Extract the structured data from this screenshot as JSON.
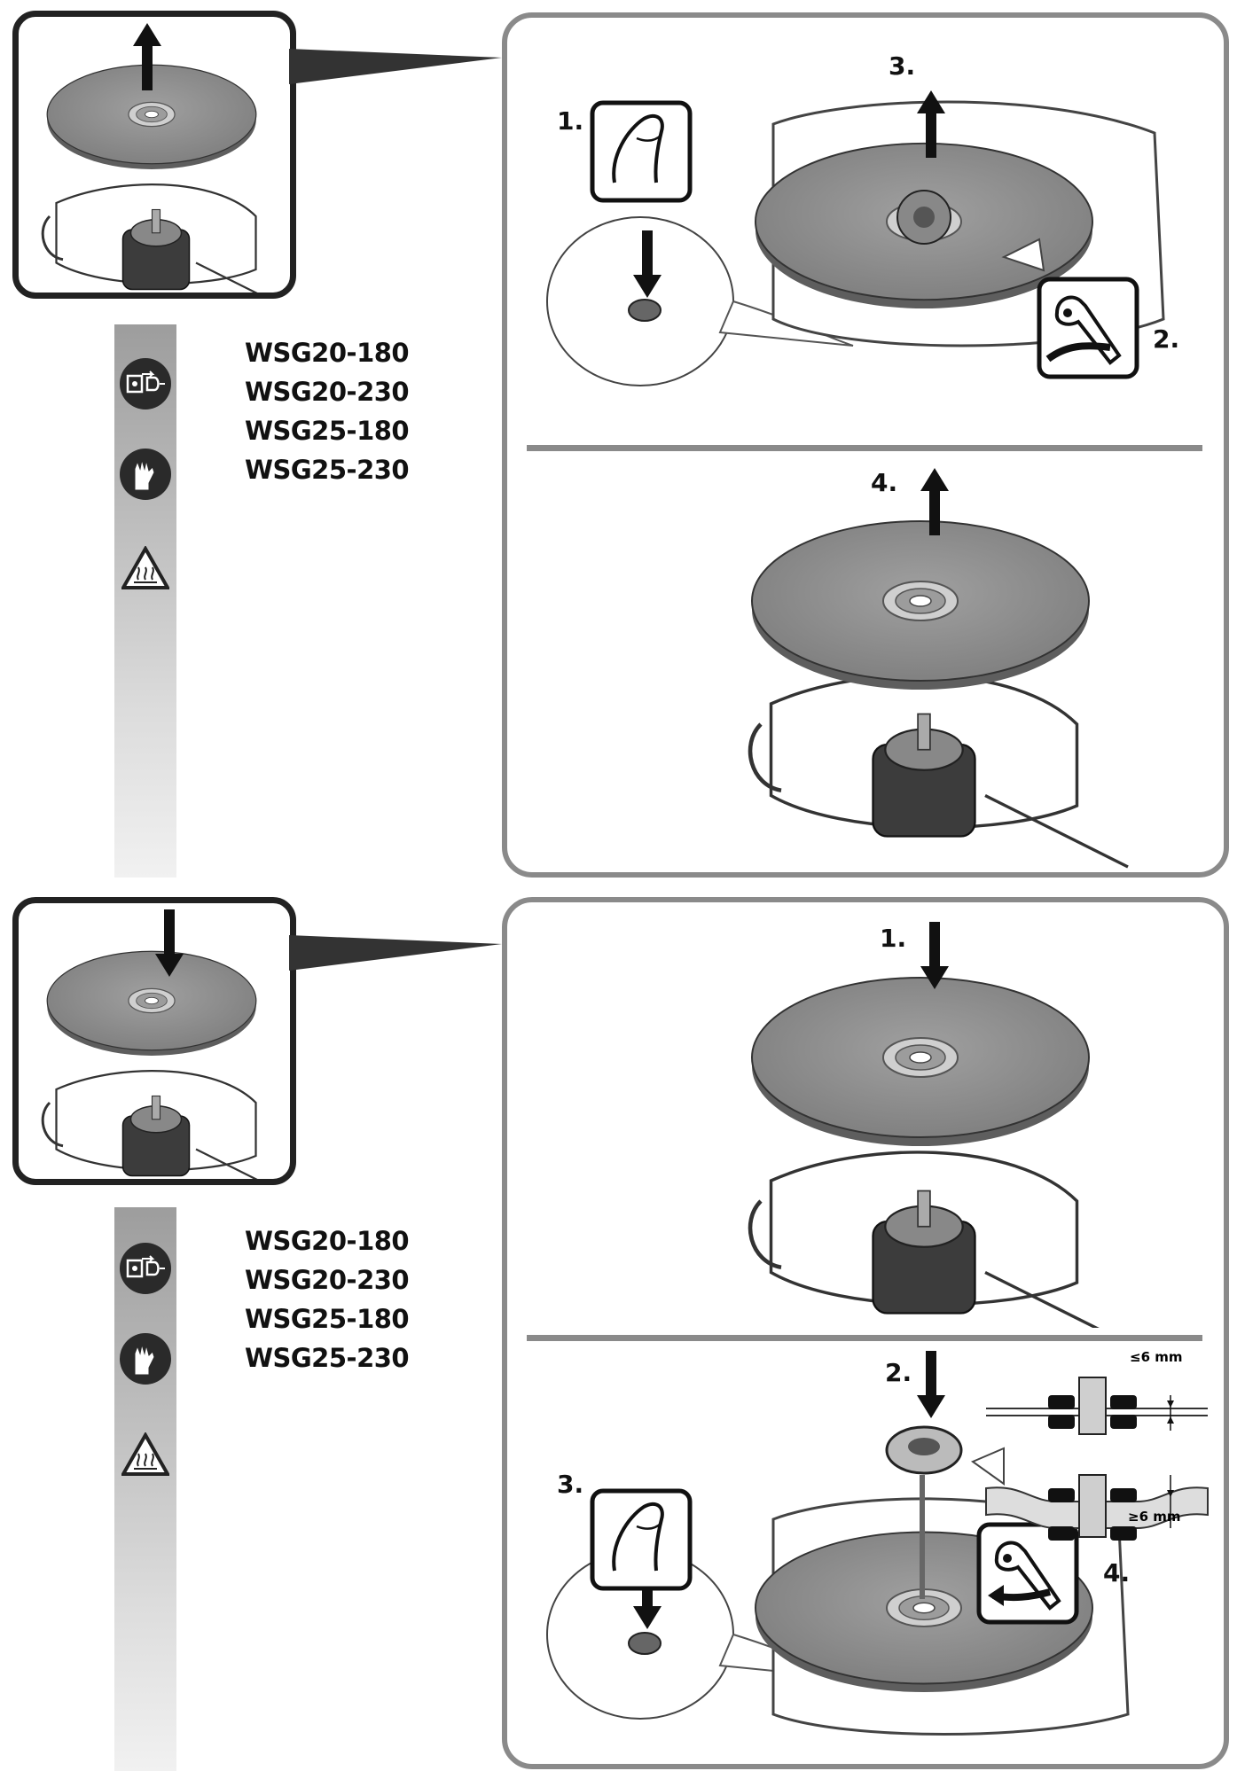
{
  "sections": [
    {
      "models": [
        "WSG20-180",
        "WSG20-230",
        "WSG25-180",
        "WSG25-230"
      ],
      "steps_top": [
        "1.",
        "2.",
        "3."
      ],
      "steps_bottom": [
        "4."
      ]
    },
    {
      "models": [
        "WSG20-180",
        "WSG20-230",
        "WSG25-180",
        "WSG25-230"
      ],
      "steps_top": [
        "1."
      ],
      "steps_bottom": [
        "2.",
        "3.",
        "4."
      ],
      "dimension_labels": [
        "≤6 mm",
        "≥6 mm"
      ]
    }
  ],
  "icons": [
    "unplug-icon",
    "gloves-icon",
    "hot-surface-warning-icon",
    "finger-press-icon",
    "spanner-icon",
    "arrow-up-icon",
    "arrow-down-icon"
  ],
  "colors": {
    "frame": "#8a8a8a",
    "thumb_border": "#222222",
    "disc": "#8c8c8c",
    "icon_bg": "#2a2a2a"
  }
}
